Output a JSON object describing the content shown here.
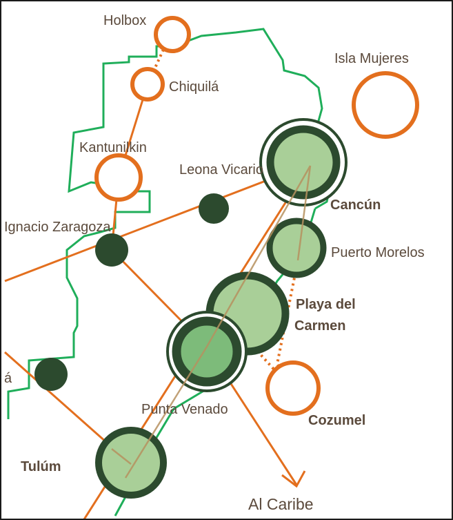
{
  "colors": {
    "route": "#e36f1e",
    "coast": "#1fae5a",
    "dark_green": "#2c4a2e",
    "mid_green": "#6fae6f",
    "light_green": "#a9cf98",
    "label": "#5b4a3c"
  },
  "places": {
    "holbox": "Holbox",
    "chiquila": "Chiquilá",
    "isla_mujeres": "Isla Mujeres",
    "kantunilkin": "Kantunilkin",
    "leona_vicario": "Leona Vicario",
    "cancun": "Cancún",
    "ignacio_zaragoza": "Ignacio Zaragoza",
    "puerto_morelos": "Puerto Morelos",
    "playa_del_carmen_1": "Playa del",
    "playa_del_carmen_2": "Carmen",
    "valladolid_partial": "á",
    "punta_venado": "Punta Venado",
    "cozumel": "Cozumel",
    "tulum": "Tulúm",
    "al_caribe": "Al Caribe"
  }
}
